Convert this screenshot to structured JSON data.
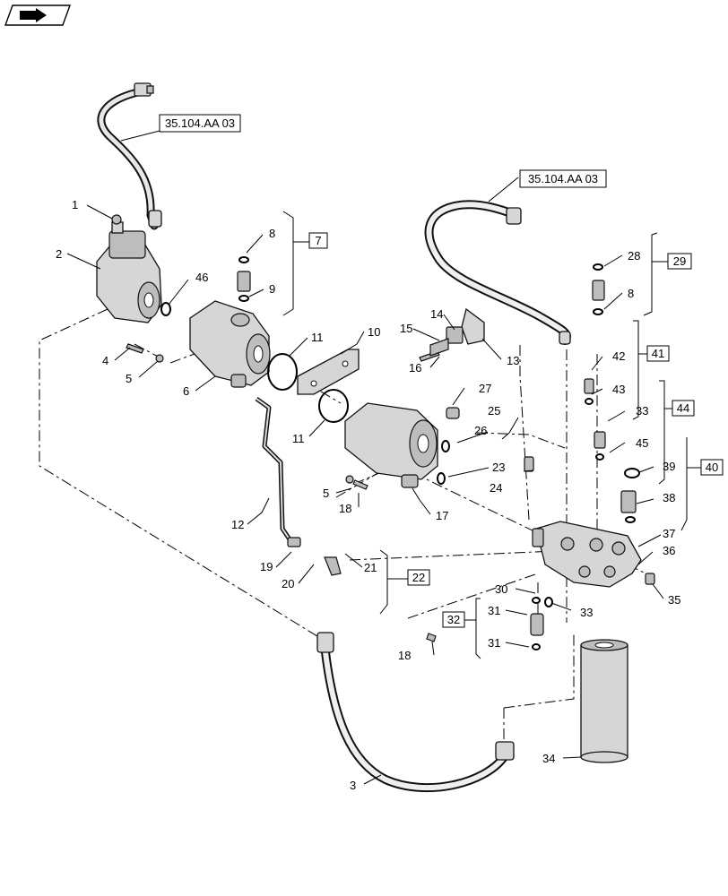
{
  "callouts": [
    {
      "id": "c1",
      "label": "1"
    },
    {
      "id": "c2",
      "label": "2"
    },
    {
      "id": "c3",
      "label": "3"
    },
    {
      "id": "c4",
      "label": "4"
    },
    {
      "id": "c5a",
      "label": "5"
    },
    {
      "id": "c5b",
      "label": "5"
    },
    {
      "id": "c6",
      "label": "6"
    },
    {
      "id": "c8a",
      "label": "8"
    },
    {
      "id": "c8b",
      "label": "8"
    },
    {
      "id": "c9",
      "label": "9"
    },
    {
      "id": "c10",
      "label": "10"
    },
    {
      "id": "c11a",
      "label": "11"
    },
    {
      "id": "c11b",
      "label": "11"
    },
    {
      "id": "c12",
      "label": "12"
    },
    {
      "id": "c13",
      "label": "13"
    },
    {
      "id": "c14",
      "label": "14"
    },
    {
      "id": "c15",
      "label": "15"
    },
    {
      "id": "c16",
      "label": "16"
    },
    {
      "id": "c17",
      "label": "17"
    },
    {
      "id": "c18a",
      "label": "18"
    },
    {
      "id": "c18b",
      "label": "18"
    },
    {
      "id": "c19",
      "label": "19"
    },
    {
      "id": "c20",
      "label": "20"
    },
    {
      "id": "c21",
      "label": "21"
    },
    {
      "id": "c23",
      "label": "23"
    },
    {
      "id": "c24",
      "label": "24"
    },
    {
      "id": "c25",
      "label": "25"
    },
    {
      "id": "c26",
      "label": "26"
    },
    {
      "id": "c27",
      "label": "27"
    },
    {
      "id": "c28",
      "label": "28"
    },
    {
      "id": "c30",
      "label": "30"
    },
    {
      "id": "c31a",
      "label": "31"
    },
    {
      "id": "c31b",
      "label": "31"
    },
    {
      "id": "c33a",
      "label": "33"
    },
    {
      "id": "c33b",
      "label": "33"
    },
    {
      "id": "c34",
      "label": "34"
    },
    {
      "id": "c35",
      "label": "35"
    },
    {
      "id": "c36",
      "label": "36"
    },
    {
      "id": "c37",
      "label": "37"
    },
    {
      "id": "c38",
      "label": "38"
    },
    {
      "id": "c39",
      "label": "39"
    },
    {
      "id": "c42",
      "label": "42"
    },
    {
      "id": "c43",
      "label": "43"
    },
    {
      "id": "c45",
      "label": "45"
    },
    {
      "id": "c46",
      "label": "46"
    }
  ],
  "group_boxes": [
    {
      "id": "g7",
      "label": "7"
    },
    {
      "id": "g22",
      "label": "22"
    },
    {
      "id": "g29",
      "label": "29"
    },
    {
      "id": "g32",
      "label": "32"
    },
    {
      "id": "g40",
      "label": "40"
    },
    {
      "id": "g41",
      "label": "41"
    },
    {
      "id": "g44",
      "label": "44"
    }
  ],
  "references": [
    {
      "id": "ref-left",
      "label": "35.104.AA 03"
    },
    {
      "id": "ref-right",
      "label": "35.104.AA 03"
    }
  ],
  "corner_icon": "book-arrow-icon"
}
